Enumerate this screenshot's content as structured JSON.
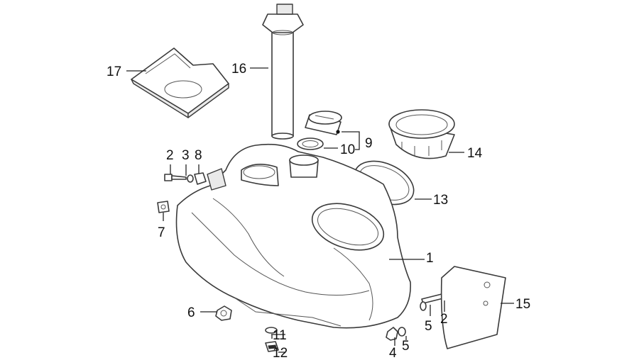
{
  "diagram": {
    "callouts": [
      {
        "id": "c1",
        "label": "1"
      },
      {
        "id": "c2a",
        "label": "2"
      },
      {
        "id": "c2b",
        "label": "2"
      },
      {
        "id": "c3",
        "label": "3"
      },
      {
        "id": "c4",
        "label": "4"
      },
      {
        "id": "c5a",
        "label": "5"
      },
      {
        "id": "c5b",
        "label": "5"
      },
      {
        "id": "c6",
        "label": "6"
      },
      {
        "id": "c7",
        "label": "7"
      },
      {
        "id": "c8",
        "label": "8"
      },
      {
        "id": "c9",
        "label": "9"
      },
      {
        "id": "c10",
        "label": "10"
      },
      {
        "id": "c11",
        "label": "11"
      },
      {
        "id": "c12",
        "label": "12"
      },
      {
        "id": "c13",
        "label": "13"
      },
      {
        "id": "c14",
        "label": "14"
      },
      {
        "id": "c15",
        "label": "15"
      },
      {
        "id": "c16",
        "label": "16"
      },
      {
        "id": "c17",
        "label": "17"
      }
    ],
    "colors": {
      "line": "#3a3a3a",
      "text": "#111111",
      "background": "#ffffff"
    }
  }
}
